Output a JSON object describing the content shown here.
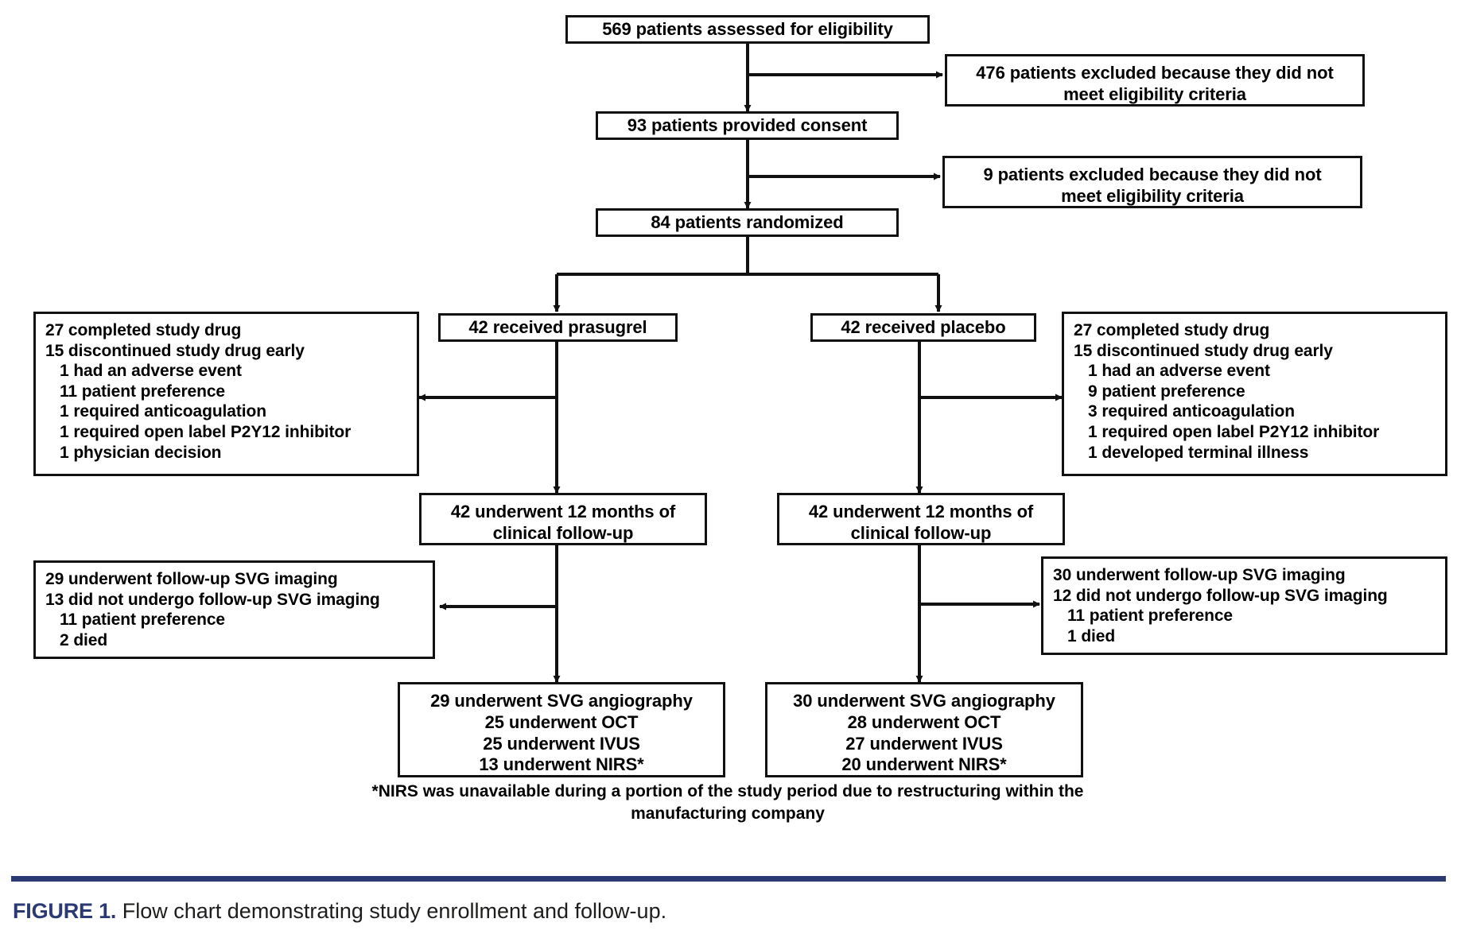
{
  "figure": {
    "label": "FIGURE 1.",
    "caption": "Flow chart demonstrating study enrollment and follow-up.",
    "accent_color": "#2b3a72",
    "rule_color": "#2b3a72",
    "text_color": "#000000",
    "box_border_color": "#111111",
    "background": "#ffffff"
  },
  "footnote": {
    "line1": "*NIRS was unavailable during a portion of the study period due to restructuring within the",
    "line2": "manufacturing company"
  },
  "chart_data": {
    "type": "flowchart",
    "title": "Flow chart demonstrating study enrollment and follow-up.",
    "nodes": [
      {
        "id": "assessed",
        "label": "569 patients assessed for eligibility",
        "count": 569
      },
      {
        "id": "excluded1",
        "line1": "476 patients excluded because they did not",
        "line2": "meet eligibility criteria",
        "count": 476
      },
      {
        "id": "consent",
        "label": "93 patients provided consent",
        "count": 93
      },
      {
        "id": "excluded2",
        "line1": "9 patients excluded because they did not",
        "line2": "meet eligibility criteria",
        "count": 9
      },
      {
        "id": "randomized",
        "label": "84 patients randomized",
        "count": 84
      },
      {
        "id": "prasugrel",
        "label": "42 received prasugrel",
        "count": 42
      },
      {
        "id": "placebo",
        "label": "42 received placebo",
        "count": 42
      }
    ],
    "prasugrel_drug_status": {
      "lines": [
        {
          "text": "27 completed study drug",
          "indent": 0
        },
        {
          "text": "15 discontinued study drug early",
          "indent": 0
        },
        {
          "text": "1 had an adverse event",
          "indent": 1
        },
        {
          "text": "11 patient preference",
          "indent": 1
        },
        {
          "text": "1 required anticoagulation",
          "indent": 1
        },
        {
          "text": "1 required open label P2Y12 inhibitor",
          "indent": 1
        },
        {
          "text": "1 physician decision",
          "indent": 1
        }
      ]
    },
    "placebo_drug_status": {
      "lines": [
        {
          "text": "27 completed study drug",
          "indent": 0
        },
        {
          "text": "15 discontinued study drug early",
          "indent": 0
        },
        {
          "text": "1 had an adverse event",
          "indent": 1
        },
        {
          "text": "9 patient preference",
          "indent": 1
        },
        {
          "text": "3 required anticoagulation",
          "indent": 1
        },
        {
          "text": "1 required open label P2Y12 inhibitor",
          "indent": 1
        },
        {
          "text": "1 developed terminal illness",
          "indent": 1
        }
      ]
    },
    "prasugrel_followup": {
      "line1": "42 underwent 12 months of",
      "line2": "clinical follow-up",
      "count": 42
    },
    "placebo_followup": {
      "line1": "42 underwent 12 months of",
      "line2": "clinical follow-up",
      "count": 42
    },
    "prasugrel_imaging_status": {
      "lines": [
        {
          "text": "29 underwent follow-up SVG imaging",
          "indent": 0
        },
        {
          "text": "13 did not undergo follow-up SVG imaging",
          "indent": 0
        },
        {
          "text": "11 patient preference",
          "indent": 1
        },
        {
          "text": "2 died",
          "indent": 1
        }
      ]
    },
    "placebo_imaging_status": {
      "lines": [
        {
          "text": "30 underwent follow-up SVG imaging",
          "indent": 0
        },
        {
          "text": "12 did not undergo follow-up SVG imaging",
          "indent": 0
        },
        {
          "text": "11 patient preference",
          "indent": 1
        },
        {
          "text": "1 died",
          "indent": 1
        }
      ]
    },
    "prasugrel_outcomes": {
      "lines": [
        {
          "text": "29 underwent SVG angiography",
          "indent": 0
        },
        {
          "text": "25 underwent OCT",
          "indent": 1
        },
        {
          "text": "25 underwent IVUS",
          "indent": 1
        },
        {
          "text": "13 underwent NIRS*",
          "indent": 1
        }
      ]
    },
    "placebo_outcomes": {
      "lines": [
        {
          "text": "30 underwent SVG angiography",
          "indent": 0
        },
        {
          "text": "28 underwent OCT",
          "indent": 1
        },
        {
          "text": "27 underwent IVUS",
          "indent": 1
        },
        {
          "text": "20 underwent NIRS*",
          "indent": 1
        }
      ]
    },
    "edges": [
      {
        "from": "assessed",
        "to": "excluded1",
        "type": "branch-right"
      },
      {
        "from": "assessed",
        "to": "consent",
        "type": "down"
      },
      {
        "from": "consent",
        "to": "excluded2",
        "type": "branch-right"
      },
      {
        "from": "consent",
        "to": "randomized",
        "type": "down"
      },
      {
        "from": "randomized",
        "to": "prasugrel",
        "type": "split-left"
      },
      {
        "from": "randomized",
        "to": "placebo",
        "type": "split-right"
      },
      {
        "from": "prasugrel",
        "to": "prasugrel_drug_status",
        "type": "branch-left"
      },
      {
        "from": "prasugrel",
        "to": "prasugrel_followup",
        "type": "down"
      },
      {
        "from": "placebo",
        "to": "placebo_drug_status",
        "type": "branch-right"
      },
      {
        "from": "placebo",
        "to": "placebo_followup",
        "type": "down"
      },
      {
        "from": "prasugrel_followup",
        "to": "prasugrel_imaging_status",
        "type": "branch-left"
      },
      {
        "from": "prasugrel_followup",
        "to": "prasugrel_outcomes",
        "type": "down"
      },
      {
        "from": "placebo_followup",
        "to": "placebo_imaging_status",
        "type": "branch-right"
      },
      {
        "from": "placebo_followup",
        "to": "placebo_outcomes",
        "type": "down"
      }
    ]
  }
}
